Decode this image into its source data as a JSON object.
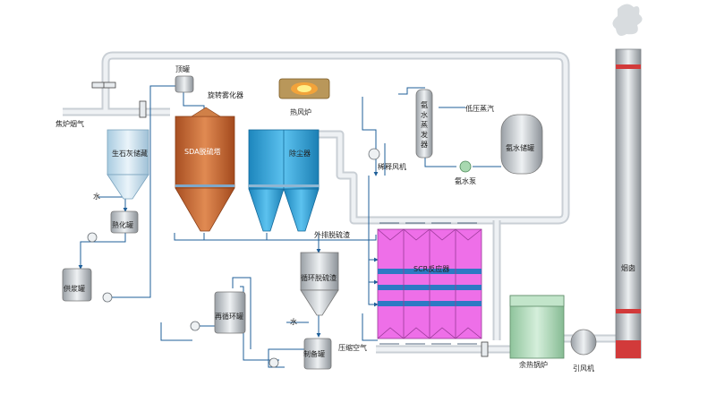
{
  "labels": {
    "coke_flue_gas": "焦炉烟气",
    "top_tank": "顶罐",
    "rotary_atomizer": "旋转雾化器",
    "hot_air_furnace": "热风炉",
    "low_pressure_steam": "低压蒸汽",
    "lime_silo": "生石灰储藏",
    "water_1": "水",
    "slaking_tank": "熟化罐",
    "sda_tower": "SDA脱硫塔",
    "dust_collector": "除尘器",
    "ammonia_evaporator": "氨水蒸发器",
    "ammonia_tank": "氨水储罐",
    "dilution_fan": "稀释风机",
    "ammonia_pump": "氨水泵",
    "external_desulfurization_residue": "外排脱硫渣",
    "recycle_desulfurization_residue": "循环脱硫渣",
    "slurry_tank": "供浆罐",
    "scr_reactor": "SCR反应器",
    "recirculation_tank": "再循环罐",
    "water_2": "水",
    "preparation_tank": "制备罐",
    "compressed_air": "压缩空气",
    "waste_heat_boiler": "余热锅炉",
    "induced_draft_fan": "引风机",
    "chimney": "烟囱"
  },
  "colors": {
    "pipe": "#d9dde2",
    "line": "#1f5f99",
    "sda": "#c0622f",
    "dust": "#2a9fd6",
    "scr_pink": "#ee6fe8",
    "scr_blue": "#2d79c4",
    "chimney_red": "#d23a3a",
    "boiler_green": "#a9d8b4"
  }
}
